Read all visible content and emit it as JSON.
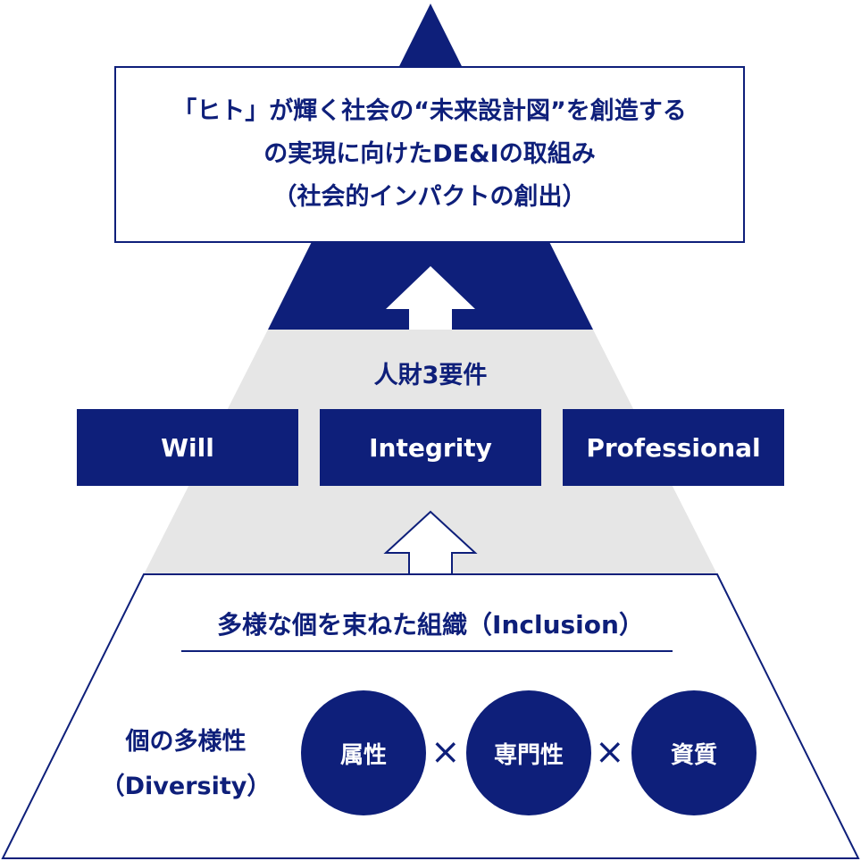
{
  "goal": {
    "line1": "「ヒト」が輝く社会の“未来設計図”を創造する",
    "line2": "の実現に向けたDE&Iの取組み",
    "line3": "（社会的インパクトの創出）"
  },
  "requirements": {
    "title": "人財3要件",
    "items": [
      "Will",
      "Integrity",
      "Professional"
    ]
  },
  "inclusion": {
    "label": "多様な個を束ねた組織（Inclusion）"
  },
  "diversity": {
    "line1": "個の多様性",
    "line2": "（Diversity）",
    "factors": [
      "属性",
      "専門性",
      "資質"
    ],
    "operator": "×"
  },
  "colors": {
    "navy": "#0e1f7a",
    "light_gray": "#e6e6e6",
    "white": "#ffffff"
  }
}
